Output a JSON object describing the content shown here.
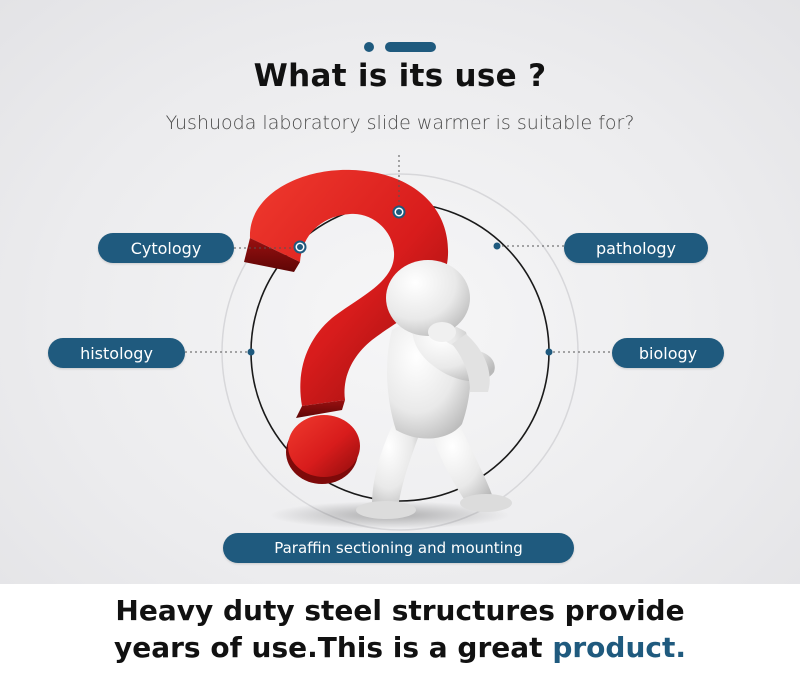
{
  "header": {
    "title": "What is its use ?",
    "subtitle": "Yushuoda laboratory slide warmer is suitable for?"
  },
  "uses": {
    "cytology": "Cytology",
    "pathology": "pathology",
    "histology": "histology",
    "biology": "biology",
    "paraffin": "Paraffin sectioning and mounting"
  },
  "footer": {
    "line1": "Heavy duty steel structures provide",
    "line2_prefix": "years of use.This is a great ",
    "line2_accent": "product."
  },
  "colors": {
    "accent": "#1f5a7e",
    "question_mark": "#d81c1c",
    "text": "#111111"
  },
  "icons": [
    "question-mark-icon",
    "thinking-figure-icon"
  ]
}
